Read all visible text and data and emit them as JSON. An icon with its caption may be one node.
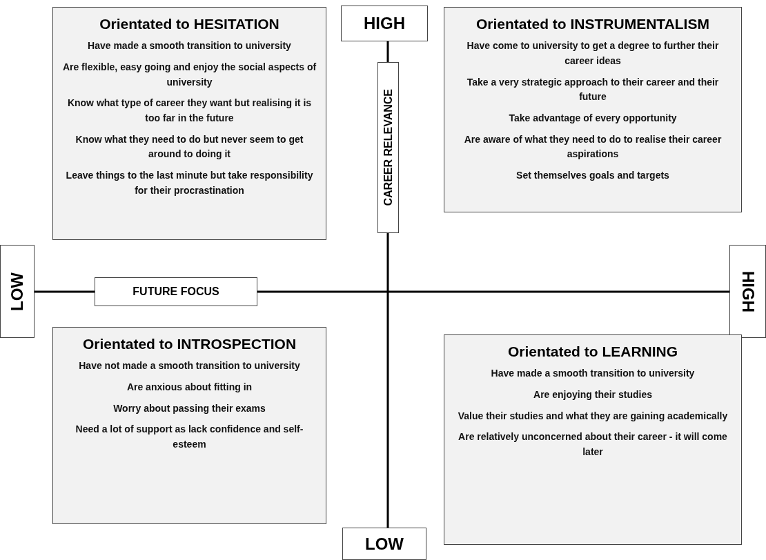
{
  "diagram": {
    "nodes": [
      {
        "text": [
          "Orientated to HESITATION",
          "Have made a smooth transition to university",
          "Are flexible, easy going and enjoy the social aspects of university",
          "Know what type of career they want but realising it is too far in the future",
          "Know what they need to do but never seem to get around to doing it",
          "Leave things to the last minute but take responsibility for their procrastination"
        ]
      },
      {
        "text": [
          "HIGH"
        ]
      },
      {
        "text": [
          "Orientated to INSTRUMENTALISM",
          "Have come to university to get a degree to further their career ideas",
          "Take a very strategic approach to their career and their future",
          "Take advantage of every opportunity",
          "Are aware of what they need to do to realise their career aspirations",
          "Set themselves goals and targets"
        ]
      },
      {
        "text": [
          "CAREER RELEVANCE"
        ]
      },
      {
        "text": [
          "LOW"
        ]
      },
      {
        "text": [
          "FUTURE FOCUS"
        ]
      },
      {
        "text": [
          "HIGH"
        ]
      },
      {
        "text": [
          "Orientated to INTROSPECTION",
          "Have not made a smooth transition to university",
          "Are anxious about fitting in",
          "Worry about passing  their exams",
          "Need a lot of support as lack confidence and self-esteem"
        ]
      },
      {
        "text": [
          "Orientated to LEARNING",
          "Have made a smooth transition to university",
          "Are enjoying their studies",
          "Value their studies and what they are gaining academically",
          "Are relatively unconcerned about their career - it will come later"
        ]
      },
      {
        "text": [
          "LOW"
        ]
      }
    ]
  }
}
